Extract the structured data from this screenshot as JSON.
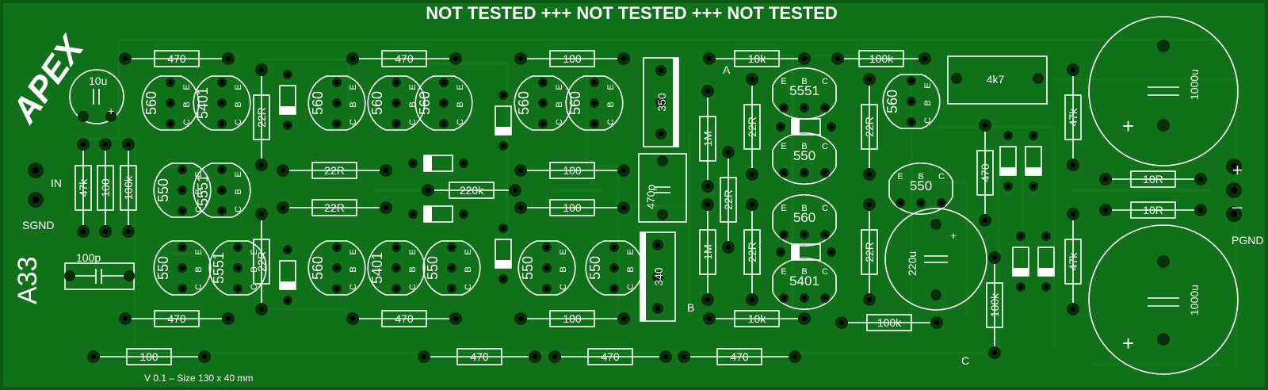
{
  "banner": "NOT TESTED +++ NOT TESTED +++ NOT TESTED",
  "logo": "APEX",
  "model": "A33",
  "version": "V 0.1 – Size   130 x 40 mm",
  "connectors": {
    "in": "IN",
    "sgnd": "SGND",
    "plus": "+",
    "minus": "–",
    "pgnd": "PGND"
  },
  "nodes": {
    "a": "A",
    "b": "B",
    "c": "C"
  },
  "pin_letters": {
    "e": "E",
    "b": "B",
    "c": "C"
  },
  "resistors_h": [
    {
      "label": "470"
    },
    {
      "label": "470"
    },
    {
      "label": "100"
    },
    {
      "label": "10k"
    },
    {
      "label": "100k"
    },
    {
      "label": "22R"
    },
    {
      "label": "100"
    },
    {
      "label": "220k"
    },
    {
      "label": "22R"
    },
    {
      "label": "100"
    },
    {
      "label": "470"
    },
    {
      "label": "470"
    },
    {
      "label": "100"
    },
    {
      "label": "10k"
    },
    {
      "label": "100k"
    },
    {
      "label": "100"
    },
    {
      "label": "470"
    },
    {
      "label": "470"
    },
    {
      "label": "470"
    },
    {
      "label": "10R"
    },
    {
      "label": "10R"
    }
  ],
  "resistors_v": [
    {
      "label": "22R"
    },
    {
      "label": "47k"
    },
    {
      "label": "100"
    },
    {
      "label": "100k"
    },
    {
      "label": "22R"
    },
    {
      "label": "1M"
    },
    {
      "label": "22R"
    },
    {
      "label": "22R"
    },
    {
      "label": "1M"
    },
    {
      "label": "22R"
    },
    {
      "label": "22R"
    },
    {
      "label": "22R"
    },
    {
      "label": "470"
    },
    {
      "label": "47k"
    },
    {
      "label": "47k"
    },
    {
      "label": "100k"
    }
  ],
  "transistors": [
    {
      "label": "560"
    },
    {
      "label": "5401"
    },
    {
      "label": "550"
    },
    {
      "label": "5551"
    },
    {
      "label": "560"
    },
    {
      "label": "560"
    },
    {
      "label": "560"
    },
    {
      "label": "550"
    },
    {
      "label": "560"
    },
    {
      "label": "550"
    },
    {
      "label": "5551"
    },
    {
      "label": "560"
    },
    {
      "label": "5401"
    },
    {
      "label": "550"
    },
    {
      "label": "550"
    },
    {
      "label": "550"
    },
    {
      "label": "5551"
    },
    {
      "label": "560"
    },
    {
      "label": "550"
    },
    {
      "label": "560"
    },
    {
      "label": "560"
    },
    {
      "label": "5401"
    }
  ],
  "big_transistors": [
    {
      "label": "350"
    },
    {
      "label": "340"
    }
  ],
  "capacitors": {
    "c10u": "10u",
    "c100p": "100p",
    "c470p": "470p",
    "c220u": "220u",
    "c1000u_top": "1000u",
    "c1000u_bottom": "1000u",
    "c4k7": "4k7",
    "c10u_polarity": "+",
    "c220u_polarity": "+",
    "c1000u_top_polarity": "+",
    "c1000u_bottom_polarity": "+"
  },
  "diode_count": 12
}
